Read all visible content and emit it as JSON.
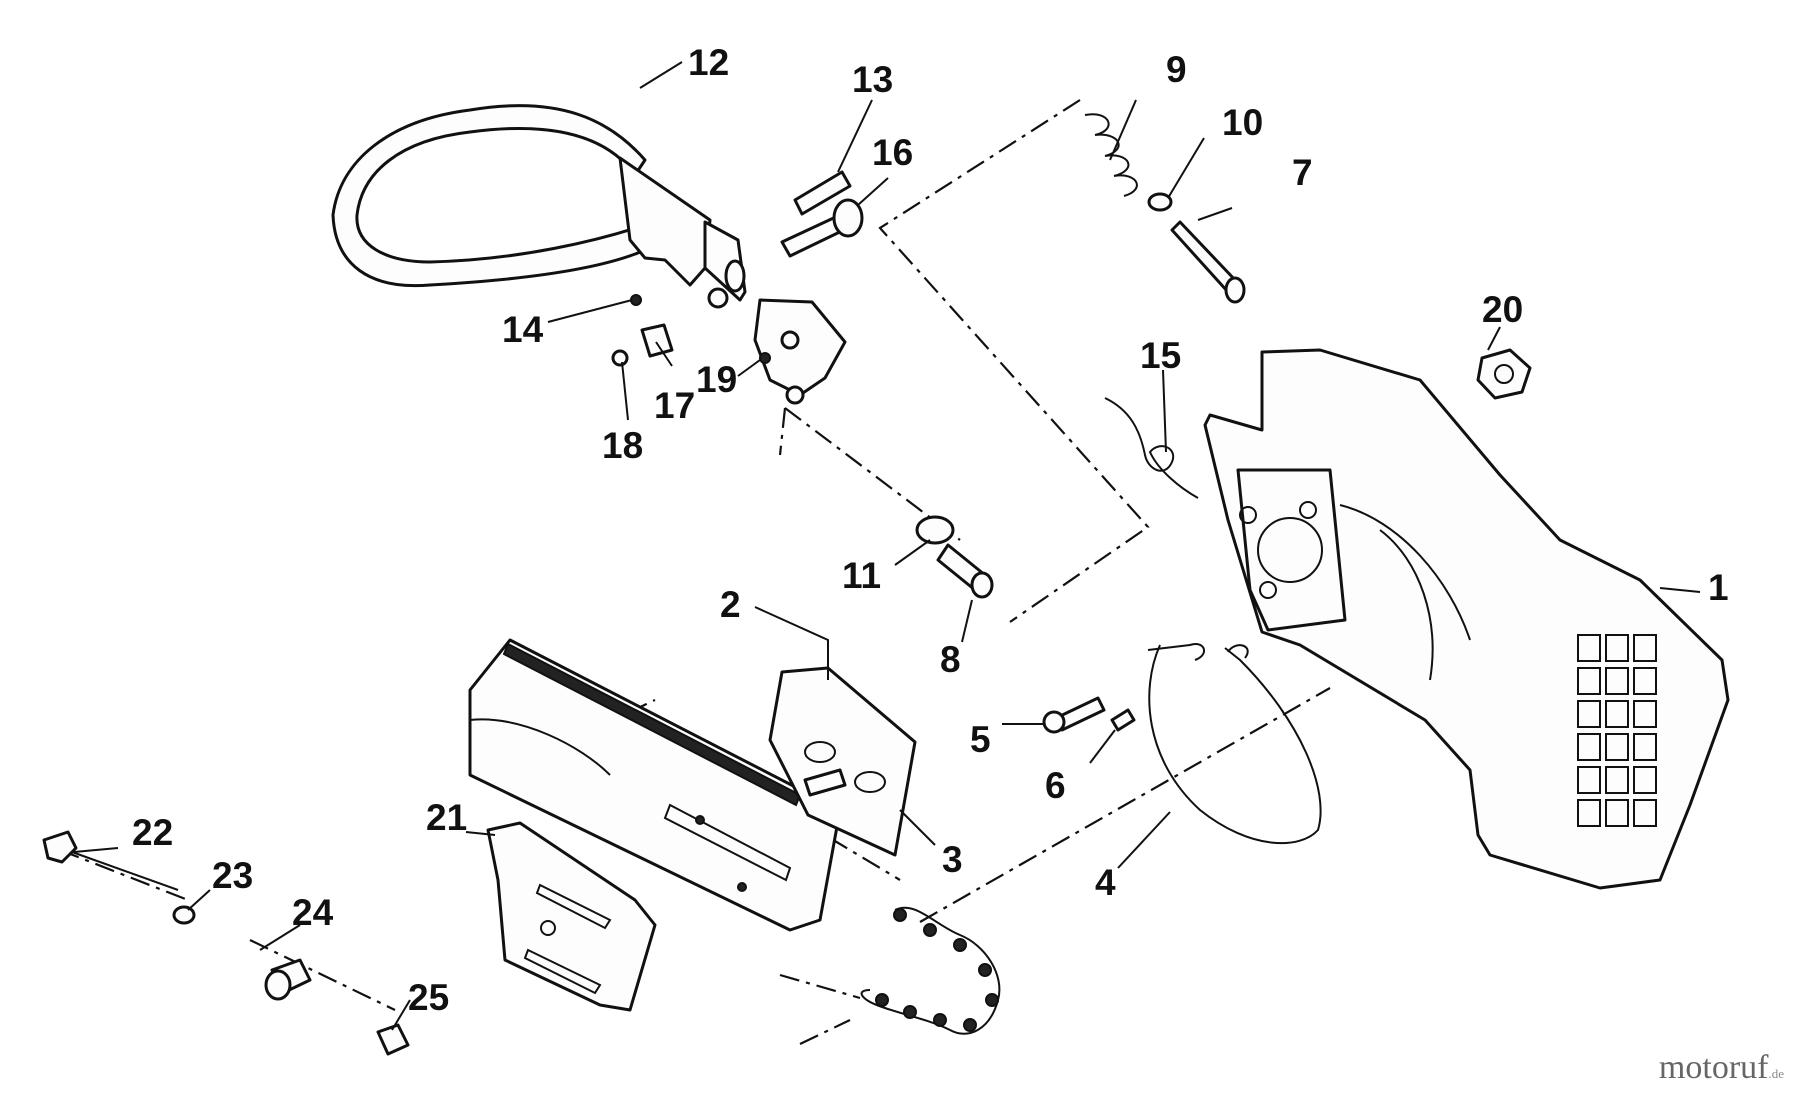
{
  "callouts": [
    "1",
    "2",
    "3",
    "4",
    "5",
    "6",
    "7",
    "8",
    "9",
    "10",
    "11",
    "12",
    "13",
    "14",
    "15",
    "16",
    "17",
    "18",
    "19",
    "20",
    "21",
    "22",
    "23",
    "24",
    "25"
  ],
  "watermark": {
    "brand": "motoruf",
    "tld": ".de"
  }
}
